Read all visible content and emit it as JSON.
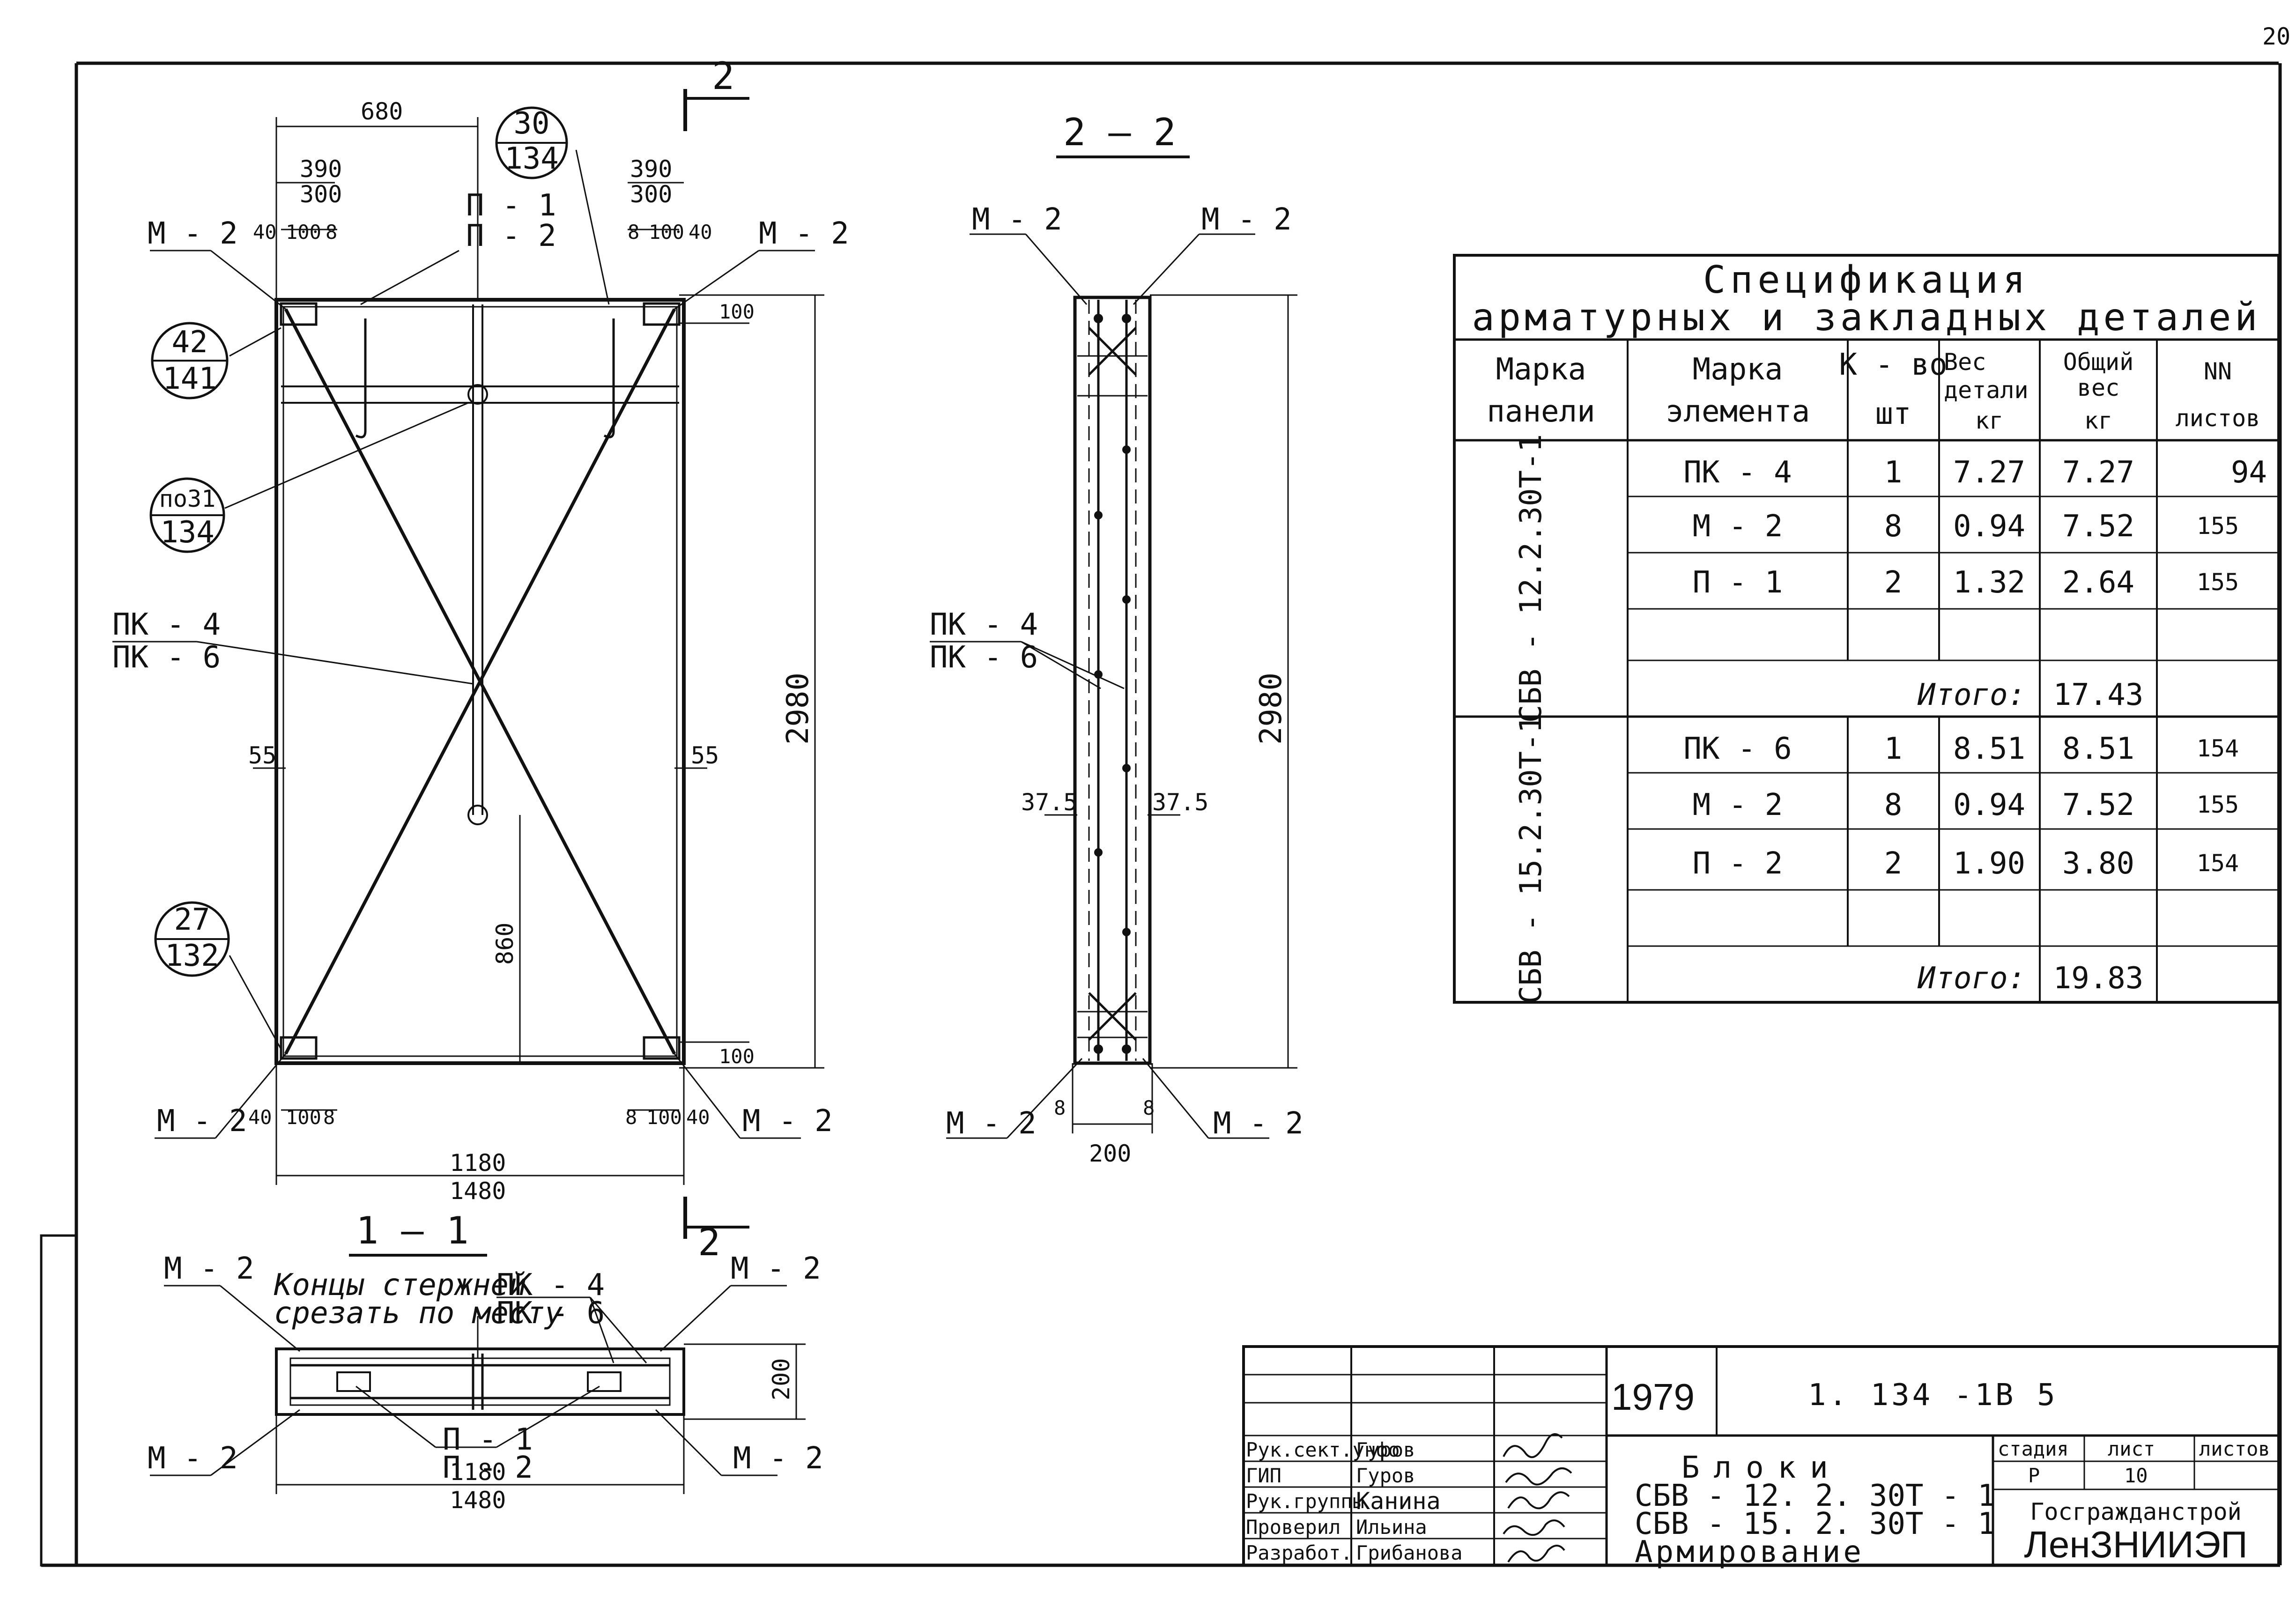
{
  "sheet_number": "20",
  "section_marks": {
    "cut_2": "2",
    "view_22": "2 — 2",
    "view_11": "1 — 1"
  },
  "plan": {
    "dims": {
      "d680": "680",
      "d390a": "390",
      "d300a": "300",
      "d390b": "390",
      "d300b": "300",
      "d40a": "40",
      "d100a": "100",
      "d8a": "8",
      "d8b": "8",
      "d100b": "100",
      "d40b": "40",
      "d100_top": "100",
      "d100_bot": "100",
      "d2980": "2980",
      "d860": "860",
      "d55a": "55",
      "d55b": "55",
      "d1180": "1180",
      "d1480": "1480",
      "d40c": "40",
      "d100c": "100",
      "d8c": "8",
      "d8d": "8",
      "d100d": "100",
      "d40d": "40"
    },
    "labels": {
      "m2_tl": "М - 2",
      "m2_tr": "М - 2",
      "m2_bl": "М - 2",
      "m2_br": "М - 2",
      "p1": "П - 1",
      "p2": "П - 2",
      "pk4": "ПК - 4",
      "pk6": "ПК - 6"
    },
    "bubbles": [
      {
        "top": "30",
        "bottom": "134"
      },
      {
        "top": "42",
        "bottom": "141"
      },
      {
        "top": "по31",
        "bottom": "134"
      },
      {
        "top": "27",
        "bottom": "132"
      }
    ]
  },
  "section22": {
    "m2_tl": "М - 2",
    "m2_tr": "М - 2",
    "m2_bl": "М - 2",
    "m2_br": "М - 2",
    "pk4": "ПК - 4",
    "pk6": "ПК - 6",
    "d2980": "2980",
    "d375a": "37.5",
    "d375b": "37.5",
    "d200": "200",
    "d8a": "8",
    "d8b": "8"
  },
  "section11": {
    "m2_tl": "М - 2",
    "m2_tr": "М - 2",
    "m2_bl": "М - 2",
    "m2_br": "М - 2",
    "note1": "Концы стержней",
    "note2": "срезать по месту",
    "pk4": "ПК - 4",
    "pk6": "ПК - 6",
    "p1": "П - 1",
    "p2": "П - 2",
    "d200": "200",
    "d1180": "1180",
    "d1480": "1480"
  },
  "spec": {
    "title1": "Спецификация",
    "title2": "арматурных и закладных деталей",
    "headers": [
      [
        "Марка",
        "панели"
      ],
      [
        "Марка",
        "элемента"
      ],
      [
        "К - во",
        "шт"
      ],
      [
        "Вес",
        "детали",
        "кг"
      ],
      [
        "Общий",
        "вес",
        "кг"
      ],
      [
        "NN",
        "листов"
      ]
    ],
    "groups": [
      {
        "panel": "СБВ - 12.2.30Т-1",
        "rows": [
          [
            "ПК - 4",
            "1",
            "7.27",
            "7.27",
            "94"
          ],
          [
            "М - 2",
            "8",
            "0.94",
            "7.52",
            "155"
          ],
          [
            "П - 1",
            "2",
            "1.32",
            "2.64",
            "155"
          ],
          [
            "",
            "",
            "",
            "",
            ""
          ]
        ],
        "total_label": "Итого:",
        "total": "17.43"
      },
      {
        "panel": "СБВ - 15.2.30Т-1",
        "rows": [
          [
            "ПК - 6",
            "1",
            "8.51",
            "8.51",
            "154"
          ],
          [
            "М - 2",
            "8",
            "0.94",
            "7.52",
            "155"
          ],
          [
            "П - 2",
            "2",
            "1.90",
            "3.80",
            "154"
          ],
          [
            "",
            "",
            "",
            "",
            ""
          ]
        ],
        "total_label": "Итого:",
        "total": "19.83"
      }
    ]
  },
  "titleblock": {
    "year": "1979",
    "code": "1. 134 -1",
    "issue": "В 5",
    "roles": [
      "Рук.сект.унфо",
      "ГИП",
      "Рук.группы",
      "Проверил",
      "Разработ."
    ],
    "names": [
      "Гуров",
      "Гуров",
      "Канина",
      "Ильина",
      "Грибанова"
    ],
    "title": [
      "Блоки",
      "СБВ - 12. 2. 30Т - 1",
      "СБВ - 15. 2. 30Т - 1",
      "Армирование"
    ],
    "stage_header": "стадия",
    "sheet_header": "лист",
    "sheets_header": "листов",
    "stage": "Р",
    "sheet": "10",
    "sheets": "",
    "org1": "Госгражданстрой",
    "org2": "ЛенЗНИИЭП"
  }
}
